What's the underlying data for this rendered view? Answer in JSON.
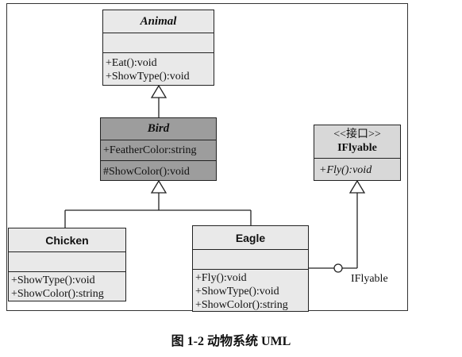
{
  "classes": {
    "animal": {
      "name": "Animal",
      "methods": [
        "+Eat():void",
        "+ShowType():void"
      ]
    },
    "bird": {
      "name": "Bird",
      "attributes": [
        "+FeatherColor:string"
      ],
      "methods": [
        "#ShowColor():void"
      ]
    },
    "iflyable": {
      "stereotype": "<<接口>>",
      "name": "IFlyable",
      "methods": [
        "+Fly():void"
      ]
    },
    "chicken": {
      "name": "Chicken",
      "methods": [
        "+ShowType():void",
        "+ShowColor():string"
      ]
    },
    "eagle": {
      "name": "Eagle",
      "methods": [
        "+Fly():void",
        "+ShowType():void",
        "+ShowColor():string"
      ]
    }
  },
  "interface_label": "IFlyable",
  "caption": "图 1-2   动物系统 UML",
  "colors": {
    "dark_header": "#9d9d9d",
    "light_fill": "#e9e9e9",
    "line": "#222222"
  }
}
